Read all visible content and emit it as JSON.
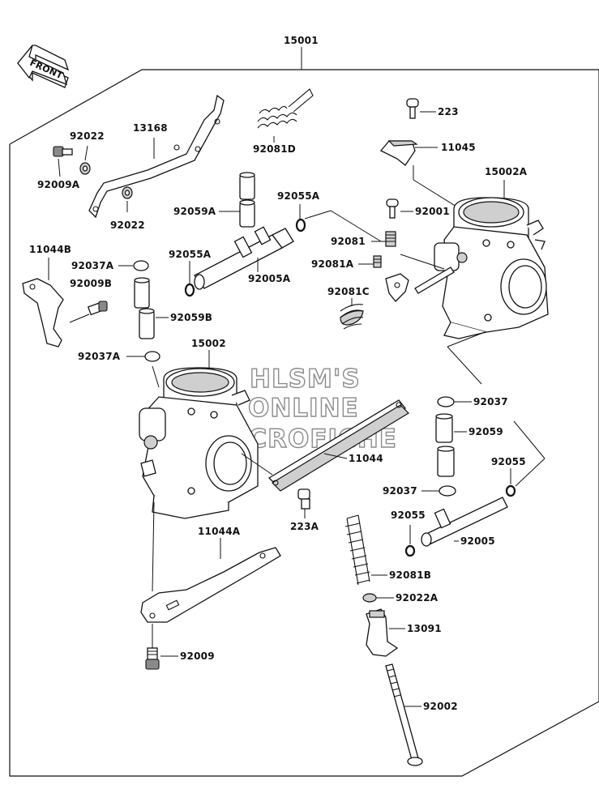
{
  "front_label": "FRONT",
  "main_label": "15001",
  "watermark": [
    "HLSM'S",
    "ONLINE",
    "MICROFICHE"
  ],
  "labels": {
    "l_92022_top": "92022",
    "l_13168": "13168",
    "l_92009A": "92009A",
    "l_92022_bot": "92022",
    "l_92081D": "92081D",
    "l_223": "223",
    "l_11045": "11045",
    "l_15002A": "15002A",
    "l_92059A": "92059A",
    "l_92055A_top": "92055A",
    "l_92001": "92001",
    "l_11044B": "11044B",
    "l_92055A_left": "92055A",
    "l_92081": "92081",
    "l_92037A_top": "92037A",
    "l_92005A": "92005A",
    "l_92081A": "92081A",
    "l_92009B": "92009B",
    "l_92081C": "92081C",
    "l_92059B": "92059B",
    "l_92037A_bot": "92037A",
    "l_15002": "15002",
    "l_92037_top": "92037",
    "l_92059": "92059",
    "l_11044": "11044",
    "l_92055_right": "92055",
    "l_92037_bot": "92037",
    "l_223A": "223A",
    "l_92055_bot": "92055",
    "l_92005": "92005",
    "l_11044A": "11044A",
    "l_92081B": "92081B",
    "l_92022A": "92022A",
    "l_13091": "13091",
    "l_92009": "92009",
    "l_92002": "92002"
  }
}
